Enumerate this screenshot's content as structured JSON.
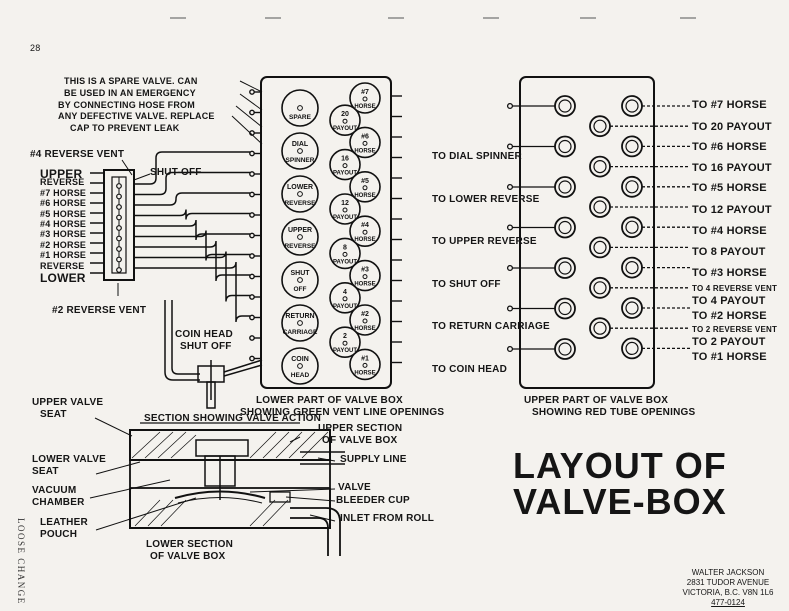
{
  "page_number": "28",
  "title_line1": "LAYOUT OF",
  "title_line2": "VALVE-BOX",
  "spare_note": [
    "THIS IS A SPARE VALVE. CAN",
    "BE USED IN AN EMERGENCY",
    "BY CONNECTING HOSE FROM",
    "ANY DEFECTIVE VALVE. REPLACE",
    "CAP TO PREVENT LEAK"
  ],
  "shutoff_block": {
    "top_label": "#4 REVERSE VENT",
    "shutoff_label": "SHUT-OFF",
    "left_labels": [
      "UPPER",
      "REVERSE",
      "#7 HORSE",
      "#6 HORSE",
      "#5 HORSE",
      "#4 HORSE",
      "#3 HORSE",
      "#2 HORSE",
      "#1 HORSE",
      "REVERSE",
      "LOWER"
    ],
    "bottom_label": "#2 REVERSE VENT"
  },
  "coin_head_shutoff": [
    "COIN HEAD",
    "SHUT OFF"
  ],
  "lower_box": {
    "caption": [
      "LOWER PART OF VALVE BOX",
      "SHOWING GREEN VENT LINE OPENINGS"
    ],
    "left_column": [
      {
        "top": "",
        "bottom": "SPARE"
      },
      {
        "top": "DIAL",
        "bottom": "SPINNER"
      },
      {
        "top": "LOWER",
        "bottom": "REVERSE"
      },
      {
        "top": "UPPER",
        "bottom": "REVERSE"
      },
      {
        "top": "SHUT",
        "bottom": "OFF"
      },
      {
        "top": "RETURN",
        "bottom": "CARRIAGE"
      },
      {
        "top": "COIN",
        "bottom": "HEAD"
      }
    ],
    "right_column": [
      {
        "top": "#7",
        "bottom": "HORSE"
      },
      {
        "top": "20",
        "bottom": "PAYOUT"
      },
      {
        "top": "#6",
        "bottom": "HORSE"
      },
      {
        "top": "16",
        "bottom": "PAYOUT"
      },
      {
        "top": "#5",
        "bottom": "HORSE"
      },
      {
        "top": "12",
        "bottom": "PAYOUT"
      },
      {
        "top": "#4",
        "bottom": "HORSE"
      },
      {
        "top": "8",
        "bottom": "PAYOUT"
      },
      {
        "top": "#3",
        "bottom": "HORSE"
      },
      {
        "top": "4",
        "bottom": "PAYOUT"
      },
      {
        "top": "#2",
        "bottom": "HORSE"
      },
      {
        "top": "2",
        "bottom": "PAYOUT"
      },
      {
        "top": "#1",
        "bottom": "HORSE"
      }
    ],
    "right_labels": [
      "TO DIAL SPINNER",
      "TO LOWER REVERSE",
      "TO UPPER REVERSE",
      "TO SHUT OFF",
      "TO RETURN CARRIAGE",
      "TO COIN HEAD"
    ]
  },
  "upper_box": {
    "caption": [
      "UPPER PART OF VALVE BOX",
      "SHOWING RED TUBE OPENINGS"
    ],
    "right_labels": [
      "TO #7 HORSE",
      "TO 20 PAYOUT",
      "TO #6 HORSE",
      "TO 16 PAYOUT",
      "TO #5 HORSE",
      "TO 12 PAYOUT",
      "TO #4 HORSE",
      "TO 8 PAYOUT",
      "TO #3 HORSE",
      "TO 4 REVERSE VENT",
      "TO 4 PAYOUT",
      "TO #2 HORSE",
      "TO 2 REVERSE VENT",
      "TO 2 PAYOUT",
      "TO #1 HORSE"
    ]
  },
  "section": {
    "heading": "SECTION SHOWING VALVE ACTION",
    "labels": {
      "upper_valve_seat": [
        "UPPER VALVE",
        "SEAT"
      ],
      "upper_section": [
        "UPPER SECTION",
        "OF VALVE BOX"
      ],
      "lower_valve_seat": [
        "LOWER VALVE",
        "SEAT"
      ],
      "supply_line": "SUPPLY LINE",
      "vacuum_chamber": [
        "VACUUM",
        "CHAMBER"
      ],
      "valve": "VALVE",
      "bleeder_cup": "BLEEDER CUP",
      "leather_pouch": [
        "LEATHER",
        "POUCH"
      ],
      "inlet_from_roll": "INLET FROM ROLL",
      "lower_section": [
        "LOWER SECTION",
        "OF VALVE BOX"
      ]
    }
  },
  "side_text": "LOOSE CHANGE",
  "address": [
    "WALTER JACKSON",
    "2831 TUDOR AVENUE",
    "VICTORIA, B.C.  V8N 1L6",
    "477-0124"
  ]
}
